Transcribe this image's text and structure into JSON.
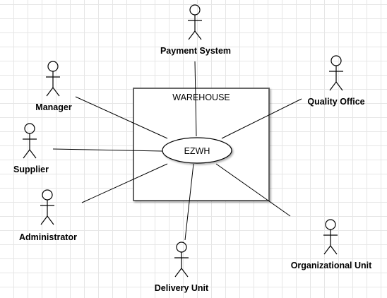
{
  "system": {
    "boundary_label": "WAREHOUSE",
    "usecase_label": "EZWH"
  },
  "actors": {
    "payment_system": "Payment System",
    "manager": "Manager",
    "quality_office": "Quality Office",
    "supplier": "Supplier",
    "administrator": "Administrator",
    "organizational_unit": "Organizational Unit",
    "delivery_unit": "Delivery Unit"
  },
  "colors": {
    "line": "#000000",
    "boundary_stroke": "#555555",
    "grid": "#e6e6e6"
  }
}
